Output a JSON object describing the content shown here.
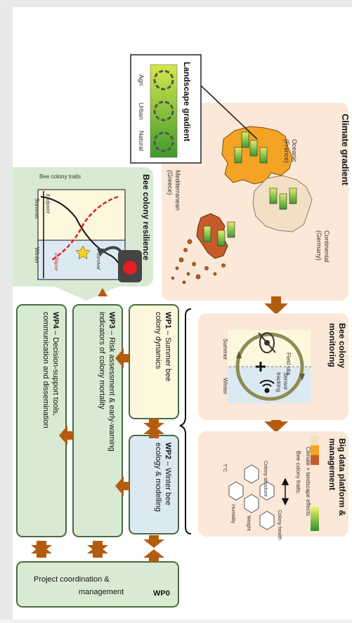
{
  "climate": {
    "title": "Climate gradient",
    "oceanic": [
      "Oceanic",
      "(France)"
    ],
    "continental": [
      "Continental",
      "(Germany)"
    ],
    "mediterranean": [
      "Mediterranean",
      "(Greece)"
    ]
  },
  "landscape": {
    "title": "Landscape gradient",
    "labels": [
      "Agri",
      "Urban",
      "Natural"
    ]
  },
  "resilience": {
    "title": "Bee colony resilience",
    "traits": "Bee colony traits",
    "summer": "Summer",
    "winter": "Winter",
    "endpoint": "Endpoint",
    "collapse": "collapse",
    "survival": "survival"
  },
  "monitoring": {
    "title": [
      "Bee colony",
      "monitoring"
    ],
    "field": [
      "Field obs."
    ],
    "sensor": [
      "Sensor",
      "tracking"
    ],
    "summer": "Summer",
    "winter": "Winter"
  },
  "bigdata": {
    "title": [
      "Big data platform &",
      "management"
    ],
    "effects": "Climate × landscape effects",
    "traits": "Bee colony traits:",
    "hex": [
      "Colony structure",
      "Colony health",
      "T°C",
      "Humidity",
      "Weight"
    ]
  },
  "wp": {
    "wp1": {
      "label": "WP1",
      "text": [
        "– Summer bee",
        "colony dynamics"
      ]
    },
    "wp2": {
      "label": "WP2",
      "text": [
        "– Winter bee",
        "ecology & modelling"
      ]
    },
    "wp3": {
      "label": "WP3",
      "text": [
        "– Risk assessment & early-warning",
        "indicators of colony mortality"
      ]
    },
    "wp4": {
      "label": "WP4",
      "text": [
        "– Decision-support tools,",
        "communication and dissemination"
      ]
    },
    "wp0": {
      "label": "WP0",
      "text": [
        "Project coordination &",
        "management"
      ]
    }
  },
  "colors": {
    "peach": "#fbe8d8",
    "green_box": "#d9ead3",
    "yellow_box": "#fdf7dd",
    "blue_box": "#dbe9f3",
    "arrow": "#b35c0f",
    "france": "#f4a324",
    "germany": "#f3dfc4",
    "greece": "#c75a2a"
  }
}
